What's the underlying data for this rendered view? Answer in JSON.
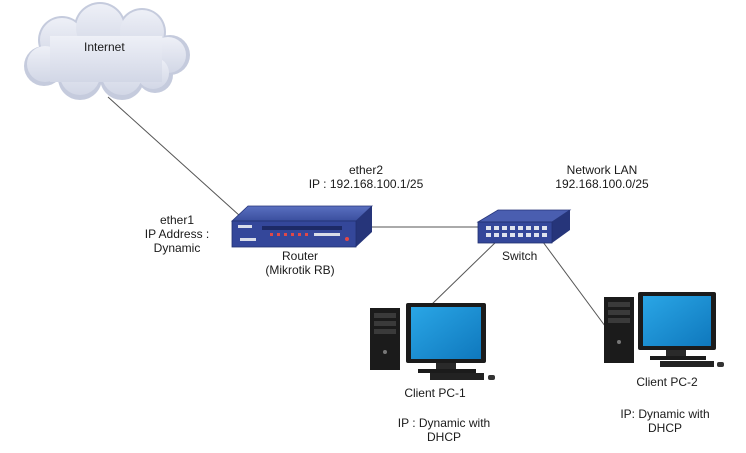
{
  "cloud": {
    "label": "Internet"
  },
  "ether1": {
    "name": "ether1",
    "ip_line1": "IP Address :",
    "ip_line2": "Dynamic"
  },
  "ether2": {
    "name": "ether2",
    "ip": "IP : 192.168.100.1/25"
  },
  "router": {
    "line1": "Router",
    "line2": "(Mikrotik RB)"
  },
  "network_lan": {
    "title": "Network LAN",
    "subnet": "192.168.100.0/25"
  },
  "switch": {
    "label": "Switch"
  },
  "client1": {
    "name": "Client PC-1",
    "ip_line1": "IP : Dynamic with",
    "ip_line2": "DHCP"
  },
  "client2": {
    "name": "Client PC-2",
    "ip_line1": "IP: Dynamic with",
    "ip_line2": "DHCP"
  },
  "colors": {
    "cloud": "#dfe3ef",
    "cloud_edge": "#c9cfe0",
    "device_blue": "#3a4f9e",
    "device_dark": "#243374",
    "screen": "#1a8fd4",
    "link": "#555555"
  }
}
